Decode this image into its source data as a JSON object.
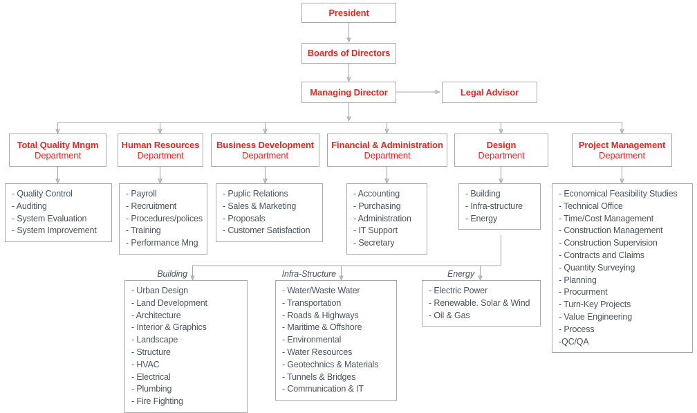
{
  "theme": {
    "accent_red": "#e02a27",
    "body_text": "#4a5560",
    "border": "#a7a9ac",
    "background": "#ffffff"
  },
  "top": {
    "president": "President",
    "boards": "Boards of Directors",
    "managing_director": "Managing Director",
    "legal_advisor": "Legal Advisor"
  },
  "department_suffix": "Department",
  "departments": [
    {
      "title": "Total Quality Mngm",
      "subtitle": "Department",
      "items": [
        "- Quality Control",
        "- Auditing",
        "- System Evaluation",
        "- System Improvement"
      ]
    },
    {
      "title": "Human Resources",
      "subtitle": "Department",
      "items": [
        "- Payroll",
        "- Recruitment",
        "- Procedures/polices",
        "- Training",
        "- Performance Mng"
      ]
    },
    {
      "title": "Business Development",
      "subtitle": "Department",
      "items": [
        "- Puplic Relations",
        "- Sales & Marketing",
        "- Proposals",
        "- Customer Satisfaction"
      ]
    },
    {
      "title": "Financial & Administration",
      "subtitle": "Department",
      "items": [
        "- Accounting",
        "- Purchasing",
        "- Administration",
        "- IT Support",
        "- Secretary"
      ]
    },
    {
      "title": "Design",
      "subtitle": "Department",
      "items": [
        "- Building",
        "- Infra-structure",
        "- Energy"
      ]
    },
    {
      "title": "Project Management",
      "subtitle": "Department",
      "items": [
        "- Economical Feasibility Studies",
        "- Technical Office",
        "- Time/Cost Management",
        "- Construction Management",
        "- Construction Supervision",
        "- Contracts and Claims",
        "- Quantity Surveying",
        "- Planning",
        "- Procurment",
        "- Turn-Key Projects",
        "- Value Engineering",
        "- Process",
        "-QC/QA"
      ]
    }
  ],
  "design_categories": [
    {
      "label": "Building",
      "items": [
        "- Urban Design",
        "- Land Development",
        "- Architecture",
        "- Interior & Graphics",
        "- Landscape",
        "- Structure",
        "- HVAC",
        "- Electrical",
        "- Plumbing",
        "- Fire Fighting"
      ]
    },
    {
      "label": "Infra-Structure",
      "items": [
        "- Water/Waste Water",
        "- Transportation",
        "- Roads & Highways",
        "- Maritime & Offshore",
        "- Environmental",
        "- Water Resources",
        "- Geotechnics & Materials",
        "- Tunnels & Bridges",
        "- Communication & IT"
      ]
    },
    {
      "label": "Energy",
      "items": [
        "- Electric Power",
        "- Renewable. Solar & Wind",
        "- Oil & Gas"
      ]
    }
  ]
}
